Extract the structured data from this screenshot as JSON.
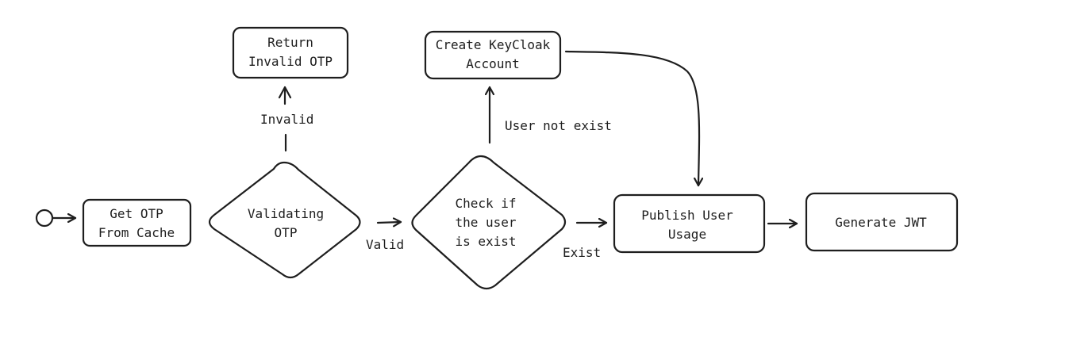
{
  "diagram": {
    "nodes": {
      "start": {
        "kind": "start-circle"
      },
      "get_otp": {
        "lines": [
          "Get OTP",
          "From Cache"
        ]
      },
      "validating_otp": {
        "lines": [
          "Validating",
          "OTP"
        ]
      },
      "return_invalid": {
        "lines": [
          "Return",
          "Invalid OTP"
        ]
      },
      "check_user": {
        "lines": [
          "Check if",
          "the user",
          "is exist"
        ]
      },
      "create_keycloak": {
        "lines": [
          "Create KeyCloak",
          "Account"
        ]
      },
      "publish_usage": {
        "lines": [
          "Publish User",
          "Usage"
        ]
      },
      "generate_jwt": {
        "lines": [
          "Generate JWT"
        ]
      }
    },
    "edge_labels": {
      "invalid": "Invalid",
      "valid": "Valid",
      "user_not_exist": "User not exist",
      "exist": "Exist"
    },
    "colors": {
      "stroke": "#1e1e1e",
      "background": "#ffffff"
    }
  }
}
